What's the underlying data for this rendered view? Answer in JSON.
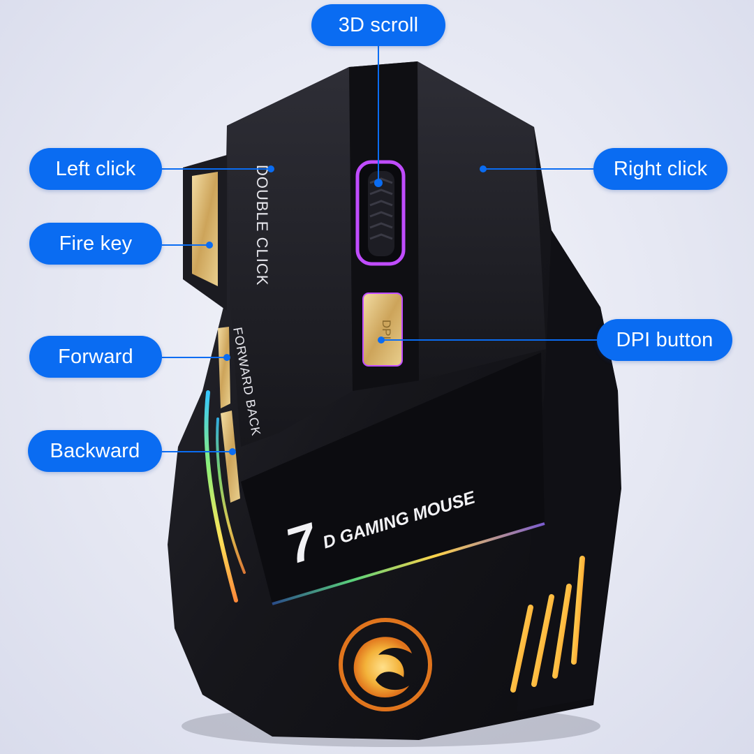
{
  "callouts": {
    "scroll": "3D scroll",
    "left_click": "Left click",
    "right_click": "Right click",
    "fire_key": "Fire key",
    "dpi_button": "DPI button",
    "forward": "Forward",
    "backward": "Backward"
  },
  "mouse": {
    "double_click_label": "DOUBLE CLICK",
    "side_label": "FORWARD BACK",
    "dpi_key_label": "DPI",
    "brand_numeral": "7",
    "brand_text": "D GAMING MOUSE"
  },
  "colors": {
    "callout_blue": "#0a6cf2",
    "mouse_body": "#141419",
    "fire_key_gold": "#d9b56a",
    "scroll_glow": "#c04cff",
    "logo_gold": "#f3b23a"
  },
  "icons": [
    "dragon-logo-icon"
  ]
}
